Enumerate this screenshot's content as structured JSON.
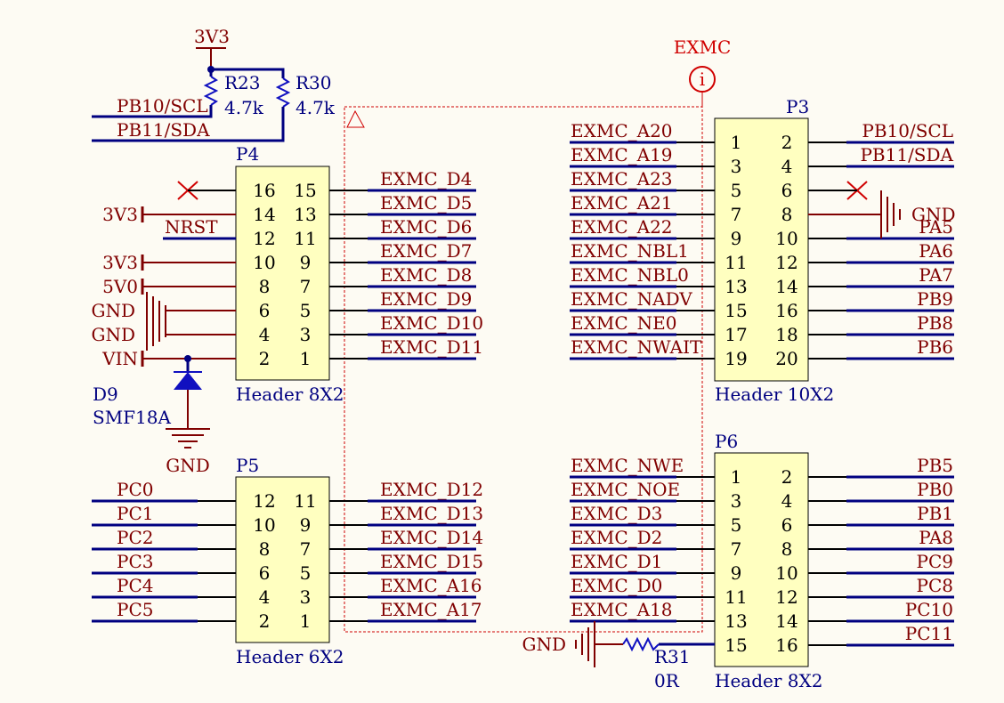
{
  "p4": {
    "designator": "P4",
    "comment": "Header 8X2",
    "pins_left": [
      "16",
      "14",
      "12",
      "10",
      "8",
      "6",
      "4",
      "2"
    ],
    "pins_right": [
      "15",
      "13",
      "11",
      "9",
      "7",
      "5",
      "3",
      "1"
    ],
    "nets_right": [
      "EXMC_D4",
      "EXMC_D5",
      "EXMC_D6",
      "EXMC_D7",
      "EXMC_D8",
      "EXMC_D9",
      "EXMC_D10",
      "EXMC_D11"
    ]
  },
  "p5": {
    "designator": "P5",
    "comment": "Header 6X2",
    "pins_left": [
      "12",
      "10",
      "8",
      "6",
      "4",
      "2"
    ],
    "pins_right": [
      "11",
      "9",
      "7",
      "5",
      "3",
      "1"
    ],
    "nets_left": [
      "PC0",
      "PC1",
      "PC2",
      "PC3",
      "PC4",
      "PC5"
    ],
    "nets_right": [
      "EXMC_D12",
      "EXMC_D13",
      "EXMC_D14",
      "EXMC_D15",
      "EXMC_A16",
      "EXMC_A17"
    ]
  },
  "p3": {
    "designator": "P3",
    "comment": "Header 10X2",
    "pins_left": [
      "1",
      "3",
      "5",
      "7",
      "9",
      "11",
      "13",
      "15",
      "17",
      "19"
    ],
    "pins_right": [
      "2",
      "4",
      "6",
      "8",
      "10",
      "12",
      "14",
      "16",
      "18",
      "20"
    ],
    "nets_left": [
      "EXMC_A20",
      "EXMC_A19",
      "EXMC_A23",
      "EXMC_A21",
      "EXMC_A22",
      "EXMC_NBL1",
      "EXMC_NBL0",
      "EXMC_NADV",
      "EXMC_NE0",
      "EXMC_NWAIT"
    ],
    "nets_right": [
      "PB10/SCL",
      "PB11/SDA",
      "",
      "",
      "PA5",
      "PA6",
      "PA7",
      "PB9",
      "PB8",
      "PB6"
    ]
  },
  "p6": {
    "designator": "P6",
    "comment": "Header 8X2",
    "pins_left": [
      "1",
      "3",
      "5",
      "7",
      "9",
      "11",
      "13",
      "15"
    ],
    "pins_right": [
      "2",
      "4",
      "6",
      "8",
      "10",
      "12",
      "14",
      "16"
    ],
    "nets_left": [
      "EXMC_NWE",
      "EXMC_NOE",
      "EXMC_D3",
      "EXMC_D2",
      "EXMC_D1",
      "EXMC_D0",
      "EXMC_A18"
    ],
    "nets_right": [
      "PB5",
      "PB0",
      "PB1",
      "PA8",
      "PC9",
      "PC8",
      "PC10",
      "PC11"
    ]
  },
  "labels": {
    "v3v3": "3V3",
    "v5v0": "5V0",
    "vin": "VIN",
    "gnd": "GND",
    "nrst": "NRST",
    "pb10": "PB10/SCL",
    "pb11": "PB11/SDA",
    "exmc": "EXMC",
    "info": "i"
  },
  "r23": {
    "designator": "R23",
    "value": "4.7k"
  },
  "r30": {
    "designator": "R30",
    "value": "4.7k"
  },
  "r31": {
    "designator": "R31",
    "value": "0R"
  },
  "d9": {
    "designator": "D9",
    "value": "SMF18A"
  },
  "colors": {
    "background": "#fdfbf3",
    "body_fill": "#ffffc0",
    "wire": "#000080",
    "net_label": "#800000",
    "power": "#800000",
    "designator": "#000080",
    "error_mark": "#d00000"
  }
}
